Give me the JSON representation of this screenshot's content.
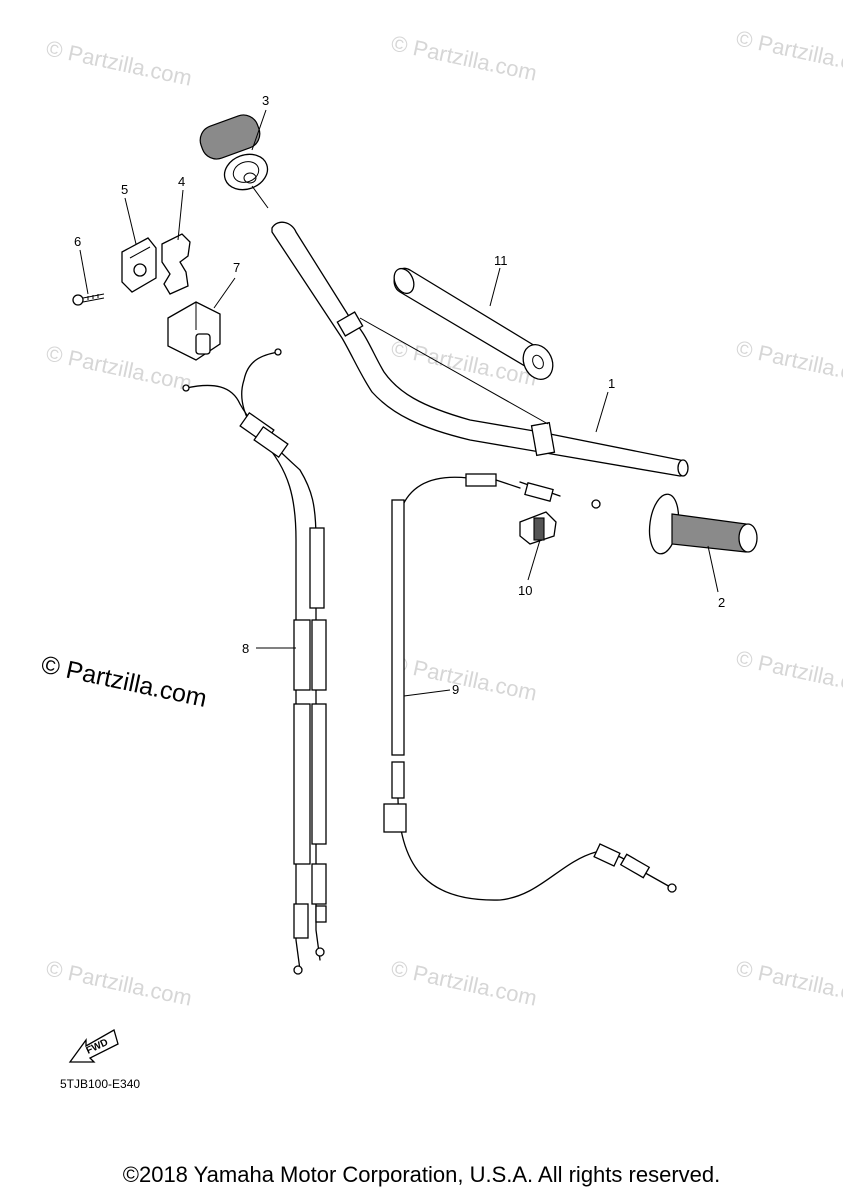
{
  "watermarks": {
    "small": "© Partzilla.com",
    "large": "© Partzilla.com"
  },
  "callouts": [
    "1",
    "2",
    "3",
    "4",
    "5",
    "6",
    "7",
    "8",
    "9",
    "10",
    "11"
  ],
  "fwd_label": "FWD",
  "diagram_code": "5TJB100-E340",
  "copyright": "©2018 Yamaha Motor Corporation, U.S.A. All rights reserved."
}
